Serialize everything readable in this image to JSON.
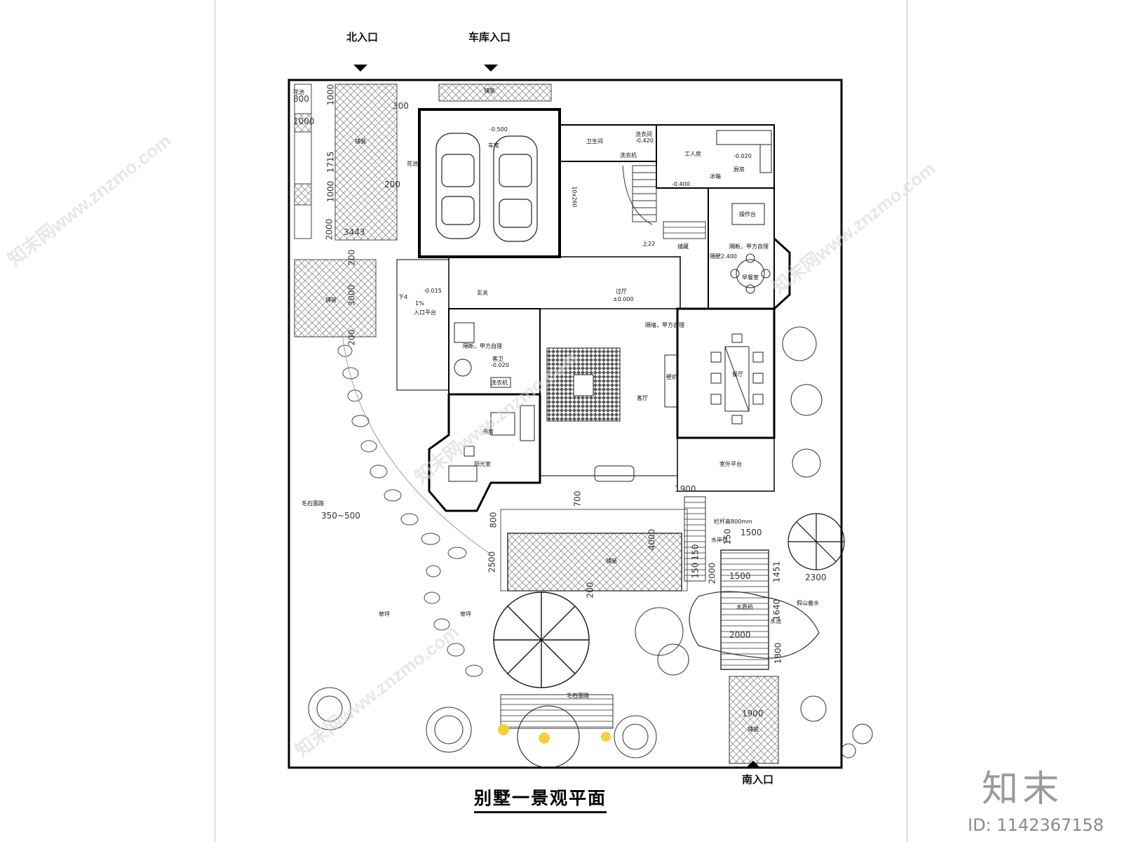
{
  "title": "别墅一景观平面",
  "brand": {
    "logo_text": "知末",
    "id_label": "ID: 1142367158",
    "watermark": "知末网www.znzmo.com"
  },
  "entrances": {
    "north": "北入口",
    "garage": "车库入口",
    "south": "南入口"
  },
  "rooms": {
    "garage": "车库",
    "garage_level": "-0.500",
    "toilet": "卫生间",
    "laundry": "洗衣间",
    "laundry_level": "-0.420",
    "washer": "洗衣机",
    "servant": "工人房",
    "kitchen": "厨房",
    "kitchen_level": "-0.020",
    "fridge": "冰箱",
    "stair_level": "-0.400",
    "worktop": "操作台",
    "storage": "储藏",
    "up": "上22",
    "partition_a": "隔断，甲方自理",
    "ceiling": "隔壁2.400",
    "breakfast": "早餐室",
    "foyer": "玄关",
    "hall": "过厅",
    "hall_level": "±0.000",
    "partition_b": "隔墙，甲方自理",
    "down4": "下4",
    "entry_level": "-0.015",
    "slope": "1%",
    "entry_platform": "入口平台",
    "partition_c": "隔断，甲方自理",
    "guest_wc": "客卫",
    "guest_wc_level": "-0.020",
    "washer2": "洗衣机",
    "dining": "餐厅",
    "fireplace": "壁炉",
    "living": "客厅",
    "study": "书房",
    "sunroom": "阳光室",
    "outdoor_platform": "室外平台",
    "planter": "花池",
    "planter2": "花池",
    "paving1": "铺装",
    "paving2": "铺装",
    "paving3": "铺装",
    "paving4": "铺装",
    "paving5": "铺装",
    "stone_path": "毛石園路",
    "stone_path2": "毛石園路",
    "lawn1": "草坪",
    "lawn2": "草坪",
    "pool_edge": "水岸线",
    "pool": "水池",
    "wood_bridge": "木质桥",
    "rockery": "假山叠水",
    "railing": "栏杆高800mm",
    "parking_dim": "10x260"
  },
  "dimensions": {
    "d800": "800",
    "d1000": "1000",
    "d300": "300",
    "d200": "200",
    "d1000b": "1000",
    "d1715": "1715",
    "d1000c": "1000",
    "d2000": "2000",
    "d3443": "3443",
    "d200b": "200",
    "d3000": "3000",
    "d200c": "200",
    "d350_500": "350~500",
    "d1900": "1900",
    "d700": "700",
    "d800b": "800",
    "d2500": "2500",
    "d4000": "4000",
    "d200d": "200",
    "d1500": "1500",
    "d1500b": "1500",
    "d1451": "1451",
    "d2300": "2300",
    "d1640": "1640",
    "d2000b": "2000",
    "d1800": "1800",
    "d1900b": "1900",
    "d150": "150",
    "d150b": "150",
    "d150c": "150",
    "d2000c": "2000"
  }
}
